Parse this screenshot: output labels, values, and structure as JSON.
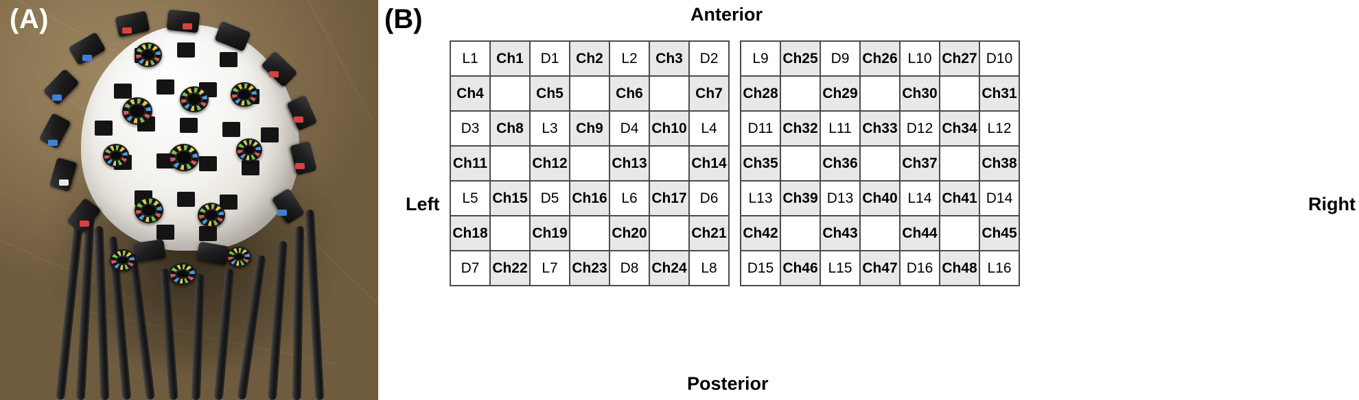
{
  "figure": {
    "panel_a_label": "(A)",
    "panel_b_label": "(B)"
  },
  "panel_a": {
    "description": "photograph of fNIRS optode cap with checkerboard pattern and black optode holders with cables"
  },
  "panel_b": {
    "directions": {
      "anterior": "Anterior",
      "posterior": "Posterior",
      "left": "Left",
      "right": "Right"
    },
    "left_grid": {
      "rows": [
        [
          "L1",
          "Ch1",
          "D1",
          "Ch2",
          "L2",
          "Ch3",
          "D2"
        ],
        [
          "Ch4",
          "",
          "Ch5",
          "",
          "Ch6",
          "",
          "Ch7"
        ],
        [
          "D3",
          "Ch8",
          "L3",
          "Ch9",
          "D4",
          "Ch10",
          "L4"
        ],
        [
          "Ch11",
          "",
          "Ch12",
          "",
          "Ch13",
          "",
          "Ch14"
        ],
        [
          "L5",
          "Ch15",
          "D5",
          "Ch16",
          "L6",
          "Ch17",
          "D6"
        ],
        [
          "Ch18",
          "",
          "Ch19",
          "",
          "Ch20",
          "",
          "Ch21"
        ],
        [
          "D7",
          "Ch22",
          "L7",
          "Ch23",
          "D8",
          "Ch24",
          "L8"
        ]
      ]
    },
    "right_grid": {
      "rows": [
        [
          "L9",
          "Ch25",
          "D9",
          "Ch26",
          "L10",
          "Ch27",
          "D10"
        ],
        [
          "Ch28",
          "",
          "Ch29",
          "",
          "Ch30",
          "",
          "Ch31"
        ],
        [
          "D11",
          "Ch32",
          "L11",
          "Ch33",
          "D12",
          "Ch34",
          "L12"
        ],
        [
          "Ch35",
          "",
          "Ch36",
          "",
          "Ch37",
          "",
          "Ch38"
        ],
        [
          "L13",
          "Ch39",
          "D13",
          "Ch40",
          "L14",
          "Ch41",
          "D14"
        ],
        [
          "Ch42",
          "",
          "Ch43",
          "",
          "Ch44",
          "",
          "Ch45"
        ],
        [
          "D15",
          "Ch46",
          "L15",
          "Ch47",
          "D16",
          "Ch48",
          "L16"
        ]
      ]
    },
    "colors": {
      "channel_cell_fill": "#e8e8e8",
      "optode_cell_fill": "#ffffff",
      "cell_border": "#4a4a4a",
      "text": "#000000"
    }
  }
}
